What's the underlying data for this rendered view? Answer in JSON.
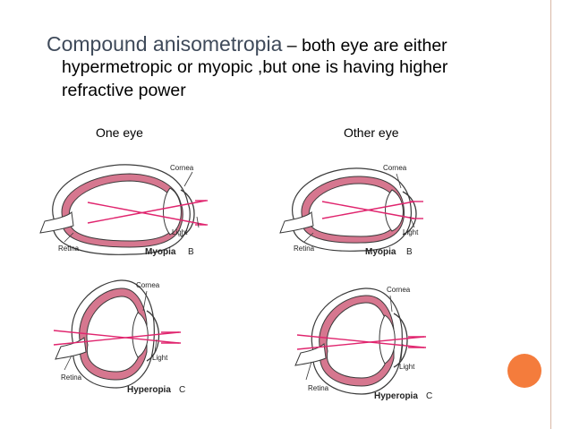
{
  "slide": {
    "title_term": "Compound anisometropia",
    "title_rest": " – both eye are either",
    "line2": "hypermetropic or myopic ,but one is having higher",
    "line3": "refractive power",
    "col_left": "One eye",
    "col_right": "Other eye"
  },
  "diagrams": {
    "cornea": "Cornea",
    "light": "Light",
    "retina": "Retina",
    "myopia": "Myopia",
    "hyperopia": "Hyperopia",
    "letter_b": "B",
    "letter_c": "C"
  },
  "colors": {
    "accent": "#f47c3c",
    "eye_wall": "#d6778f",
    "ray": "#e0256e"
  }
}
